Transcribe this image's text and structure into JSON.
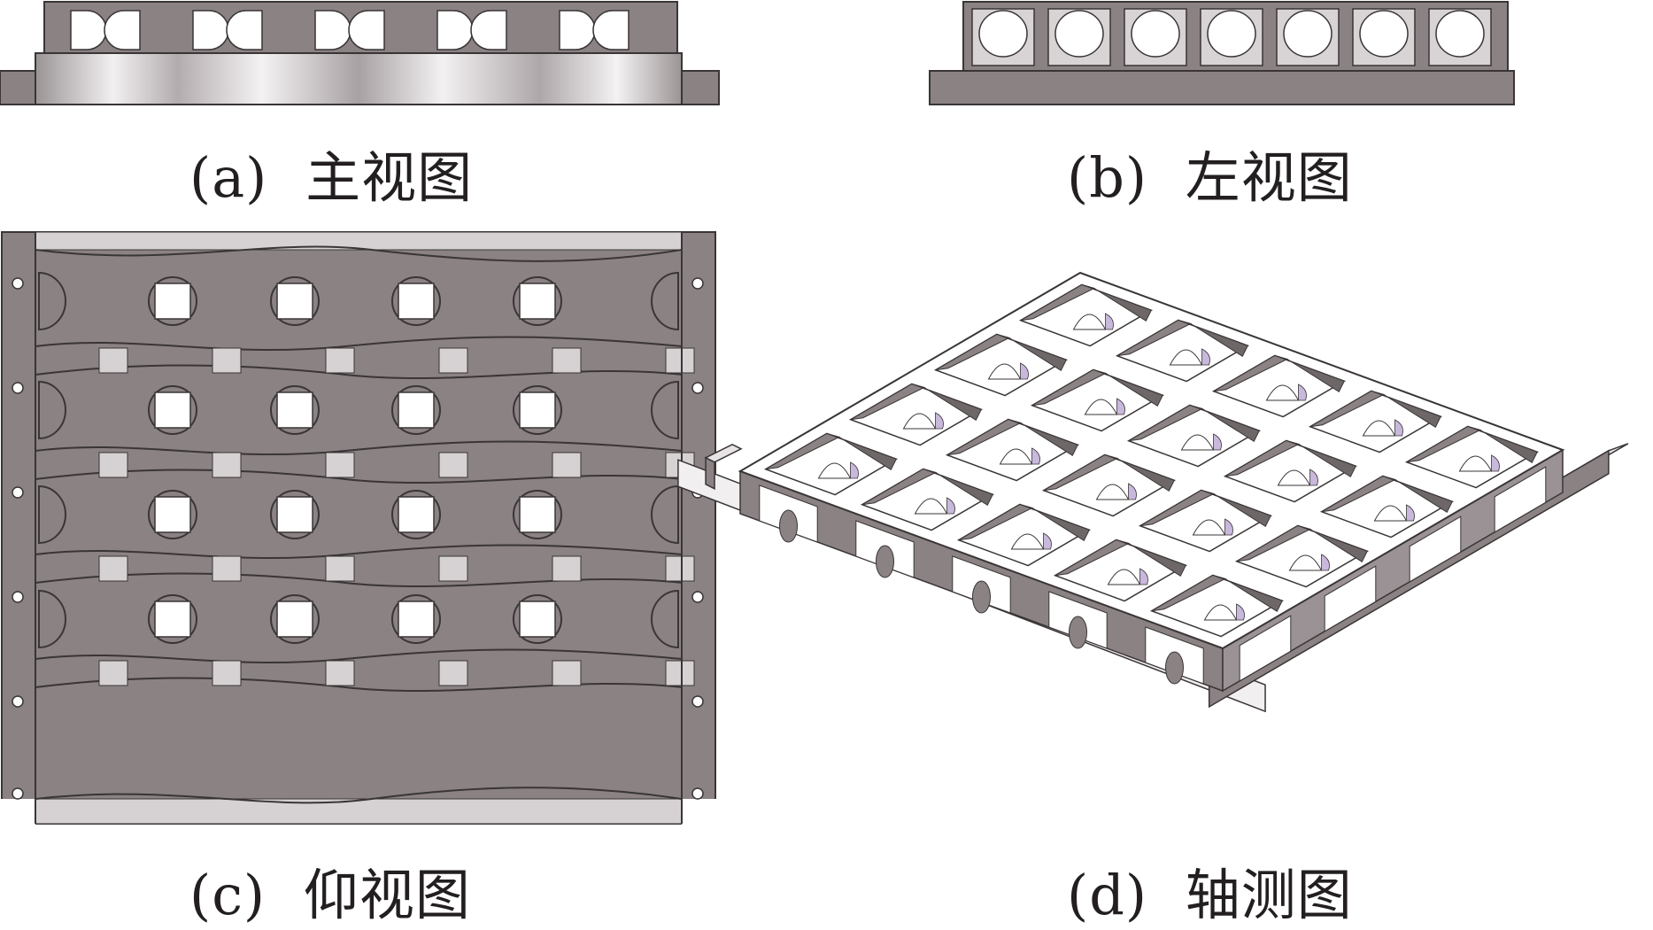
{
  "figure": {
    "panels": [
      {
        "id": "a",
        "label": "(a)",
        "title": "主视图"
      },
      {
        "id": "b",
        "label": "(b)",
        "title": "左视图"
      },
      {
        "id": "c",
        "label": "(c)",
        "title": "仰视图"
      },
      {
        "id": "d",
        "label": "(d)",
        "title": "轴测图"
      }
    ],
    "colors": {
      "body": "#8a8283",
      "edge": "#3a3536",
      "cutout": "#ffffff",
      "highlight": "#e8e4e6",
      "accent": "#c8b8dc"
    },
    "grid": {
      "rows": 4,
      "cols": 4,
      "iso_rows": 4,
      "iso_cols": 5
    }
  }
}
